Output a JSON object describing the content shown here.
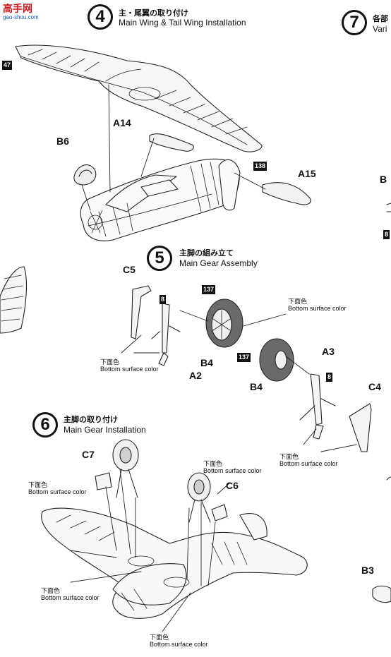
{
  "watermark": {
    "title": "高手网",
    "url": "gao-shou.com"
  },
  "steps": [
    {
      "num": "4",
      "jp": "主・尾翼の取り付け",
      "en": "Main Wing & Tail Wing Installation"
    },
    {
      "num": "5",
      "jp": "主脚の組み立て",
      "en": "Main Gear Assembly"
    },
    {
      "num": "6",
      "jp": "主脚の取り付け",
      "en": "Main Gear Installation"
    },
    {
      "num": "7",
      "jp": "各部",
      "en": "Vari"
    }
  ],
  "parts": {
    "a14": "A14",
    "b6": "B6",
    "a15": "A15",
    "c5": "C5",
    "b4a": "B4",
    "b4b": "B4",
    "a2": "A2",
    "a3": "A3",
    "c4": "C4",
    "c7": "C7",
    "c6": "C6",
    "b3": "B3",
    "b_cut": "B"
  },
  "badges": {
    "b47": "47",
    "b138": "138",
    "b8a": "8",
    "b137a": "137",
    "b137b": "137",
    "b8b": "8",
    "b8c": "8"
  },
  "note": {
    "jp": "下面色",
    "en": "Bottom surface color"
  }
}
